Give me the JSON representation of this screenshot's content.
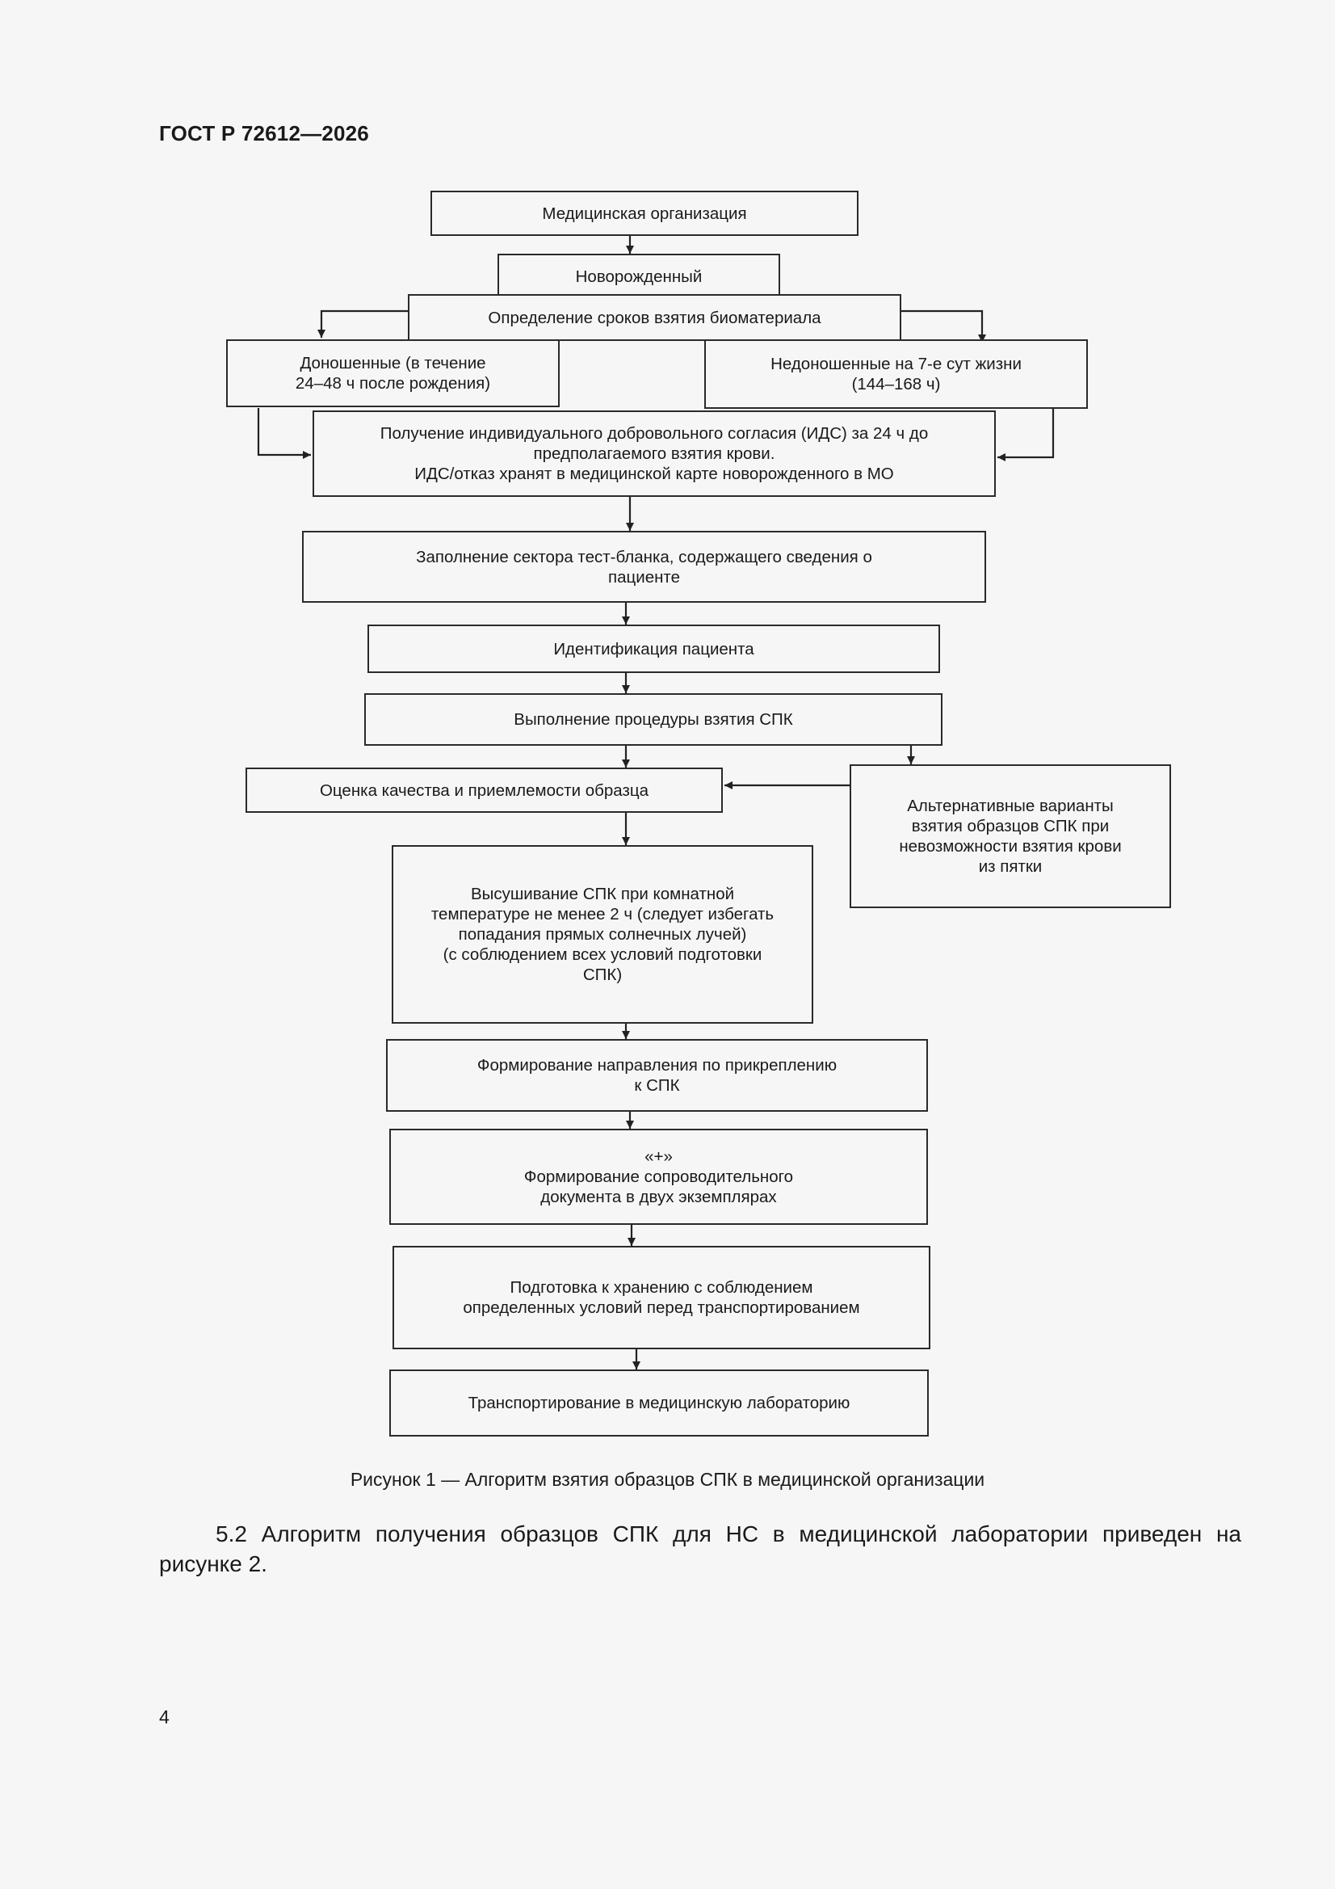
{
  "header": {
    "standard": "ГОСТ Р 72612—2026"
  },
  "flowchart": {
    "medical_org": "Медицинская организация",
    "newborn": "Новорожденный",
    "sampling_time": "Определение сроков взятия биоматериала",
    "full_term": "Доношенные (в течение\n24–48 ч после рождения)",
    "premature": "Недоношенные на 7-е сут жизни\n(144–168 ч)",
    "consent": "Получение индивидуального добровольного согласия (ИДС) за 24 ч до\nпредполагаемого взятия крови.\nИДС/отказ хранят в медицинской карте новорожденного в МО",
    "test_form": "Заполнение сектора тест-бланка, содержащего сведения о\nпациенте",
    "identification": "Идентификация пациента",
    "procedure": "Выполнение процедуры взятия СПК",
    "quality": "Оценка качества и приемлемости образца",
    "alternative": "Альтернативные варианты\nвзятия образцов СПК при\nневозможности взятия крови\nиз пятки",
    "drying": "Высушивание СПК при комнатной\nтемпературе не менее 2 ч (следует  избегать\nпопадания прямых солнечных  лучей)\n(с соблюдением всех условий  подготовки\nСПК)",
    "referral": "Формирование направления по прикреплению\nк СПК",
    "accompanying": "«+»\nФормирование сопроводительного\nдокумента в двух экземплярах",
    "storage": "Подготовка к хранению с соблюдением\nопределенных условий перед транспортированием",
    "transport": "Транспортирование в медицинскую лабораторию"
  },
  "caption": "Рисунок 1 — Алгоритм взятия образцов СПК в медицинской организации",
  "paragraph": "5.2 Алгоритм получения образцов СПК для НС в медицинской лаборатории приведен на рисунке 2.",
  "page_number": "4"
}
